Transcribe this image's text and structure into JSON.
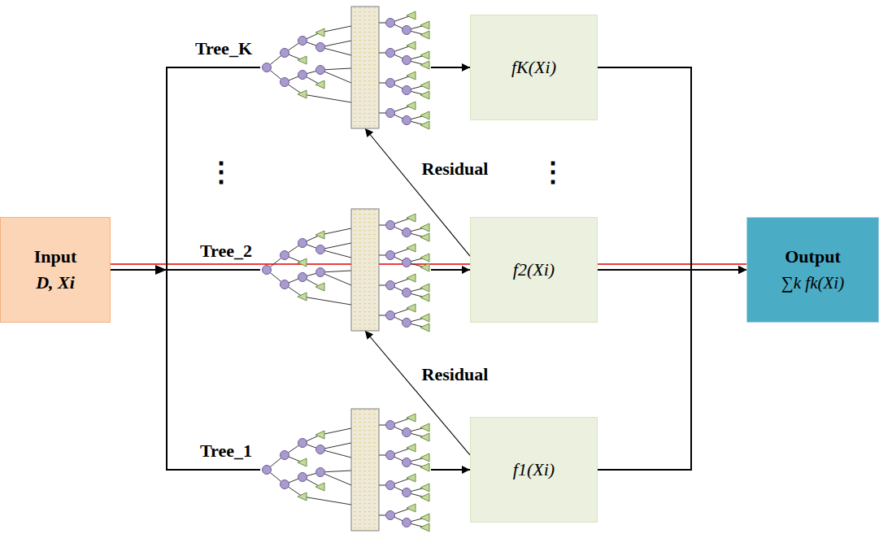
{
  "diagram": {
    "nodes": [
      {
        "text": [
          "Input",
          "D, Xi"
        ]
      },
      {
        "text": [
          "Tree_K"
        ]
      },
      {
        "text": [
          "Tree_2"
        ]
      },
      {
        "text": [
          "Tree_1"
        ]
      },
      {
        "text": [
          "fK(Xi)"
        ]
      },
      {
        "text": [
          "f2(Xi)"
        ]
      },
      {
        "text": [
          "f1(Xi)"
        ]
      },
      {
        "text": [
          "Output",
          "∑k fk(Xi)"
        ]
      }
    ],
    "edges": [
      {
        "from": 0,
        "to": 1,
        "arrow": "none"
      },
      {
        "from": 0,
        "to": 2,
        "arrow": "none"
      },
      {
        "from": 0,
        "to": 3,
        "arrow": "none"
      },
      {
        "from": 1,
        "to": 4,
        "arrow": "to"
      },
      {
        "from": 2,
        "to": 5,
        "arrow": "to"
      },
      {
        "from": 3,
        "to": 6,
        "arrow": "to"
      },
      {
        "from": 4,
        "to": 7,
        "arrow": "to"
      },
      {
        "from": 5,
        "to": 7,
        "arrow": "to"
      },
      {
        "from": 6,
        "to": 7,
        "arrow": "to"
      },
      {
        "from": 5,
        "to": 1,
        "label": "Residual",
        "arrow": "to"
      },
      {
        "from": 6,
        "to": 2,
        "label": "Residual",
        "arrow": "to"
      }
    ],
    "labels": [
      "⋮",
      "⋮"
    ]
  }
}
